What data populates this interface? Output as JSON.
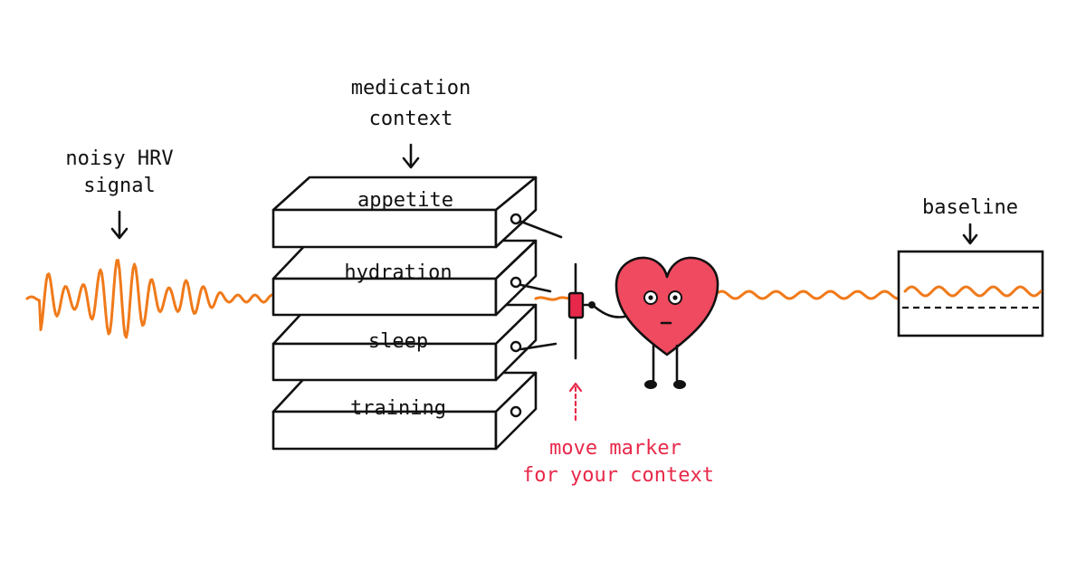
{
  "colors": {
    "ink": "#111111",
    "signal": "#f07a1a",
    "marker": "#e8284a",
    "heart": "#ef4a5f",
    "paper": "#ffffff"
  },
  "labels": {
    "noisy_signal": [
      "noisy HRV",
      "signal"
    ],
    "medication_context": [
      "medication",
      "context"
    ],
    "baseline": "baseline",
    "marker_hint": [
      "move marker",
      "for your context"
    ]
  },
  "layers": [
    {
      "label": "appetite"
    },
    {
      "label": "hydration"
    },
    {
      "label": "sleep"
    },
    {
      "label": "training"
    }
  ],
  "icons": {
    "down_arrow": "down-arrow-icon",
    "up_arrow": "dashed-up-arrow-icon",
    "heart": "heart-character-icon",
    "marker": "slider-marker-icon"
  }
}
